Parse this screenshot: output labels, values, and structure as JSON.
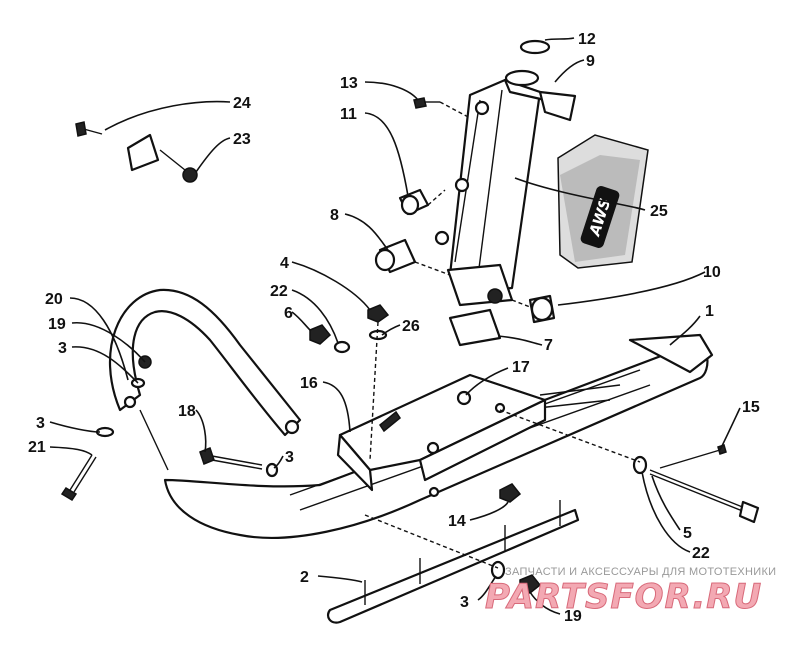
{
  "callouts": [
    {
      "label": "12"
    },
    {
      "label": "9"
    },
    {
      "label": "13"
    },
    {
      "label": "11"
    },
    {
      "label": "24"
    },
    {
      "label": "23"
    },
    {
      "label": "25"
    },
    {
      "label": "8"
    },
    {
      "label": "10"
    },
    {
      "label": "4"
    },
    {
      "label": "22"
    },
    {
      "label": "6"
    },
    {
      "label": "26"
    },
    {
      "label": "7"
    },
    {
      "label": "20"
    },
    {
      "label": "19"
    },
    {
      "label": "3"
    },
    {
      "label": "1"
    },
    {
      "label": "17"
    },
    {
      "label": "16"
    },
    {
      "label": "18"
    },
    {
      "label": "3"
    },
    {
      "label": "21"
    },
    {
      "label": "3"
    },
    {
      "label": "15"
    },
    {
      "label": "14"
    },
    {
      "label": "5"
    },
    {
      "label": "22"
    },
    {
      "label": "2"
    },
    {
      "label": "3"
    },
    {
      "label": "19"
    }
  ],
  "decal": {
    "text": "AWS"
  },
  "watermark": {
    "tagline": "ЗАПЧАСТИ И АКСЕССУАРЫ ДЛЯ МОТОТЕХНИКИ",
    "logo": "PARTSFOR.RU"
  },
  "colors": {
    "line": "#111111",
    "background": "#ffffff",
    "watermark": "#f3a9b3"
  }
}
